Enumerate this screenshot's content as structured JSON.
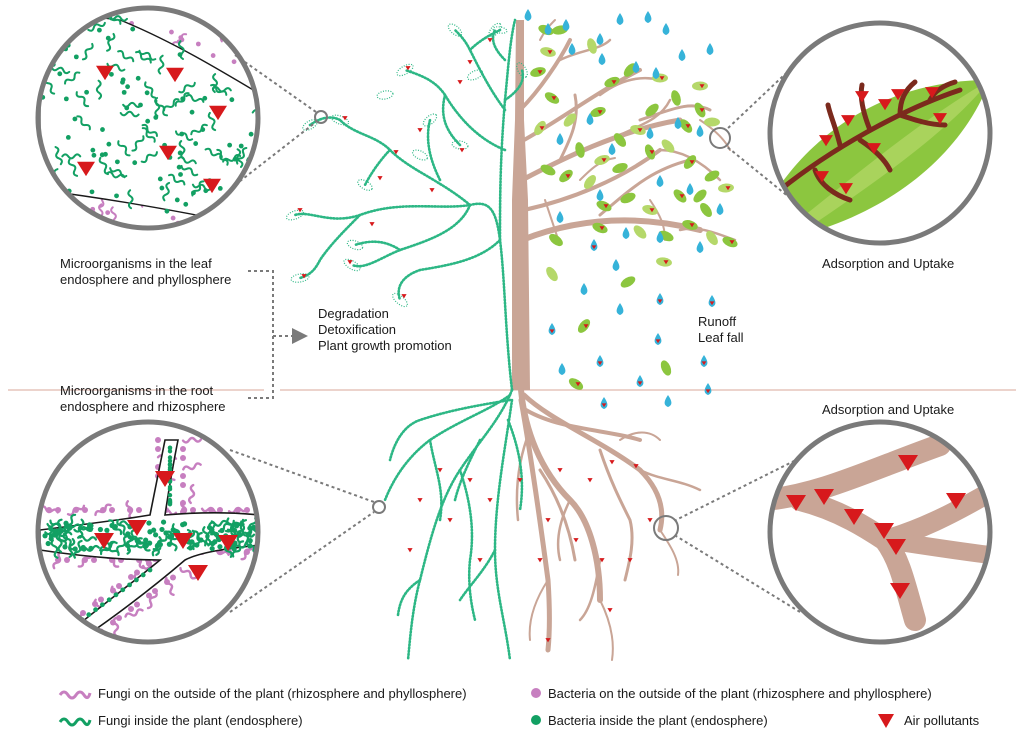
{
  "labels": {
    "leaf_micro_line1": "Microorganisms in the leaf",
    "leaf_micro_line2": "endosphere and phyllosphere",
    "root_micro_line1": "Microorganisms in the root",
    "root_micro_line2": "endosphere and rhizosphere",
    "process_1": "Degradation",
    "process_2": "Detoxification",
    "process_3": "Plant growth promotion",
    "runoff": "Runoff",
    "leaf_fall": "Leaf fall",
    "adsorption_leaf": "Adsorption and Uptake",
    "adsorption_root": "Adsorption and Uptake"
  },
  "legend": {
    "fungi_outside": "Fungi on the outside of the plant (rhizosphere and phyllosphere)",
    "fungi_inside": "Fungi inside the plant (endosphere)",
    "bacteria_outside": "Bacteria on the outside of the plant (rhizosphere and phyllosphere)",
    "bacteria_inside": "Bacteria inside the plant (endosphere)",
    "air_pollutants": "Air pollutants"
  },
  "colors": {
    "fungi_outside": "#c77fc0",
    "bacteria_outside": "#c77fc0",
    "fungi_inside": "#12a063",
    "bacteria_inside": "#12a063",
    "pollutant": "#d7191c",
    "trunk": "#c9a596",
    "leaf_green": "#8cc63f",
    "leaf_light": "#b5d86a",
    "water_drop": "#36b3d9",
    "ground_line": "#d9a79a",
    "callout_ring": "#7a7a7a",
    "microbe_tree": "#2db785"
  }
}
